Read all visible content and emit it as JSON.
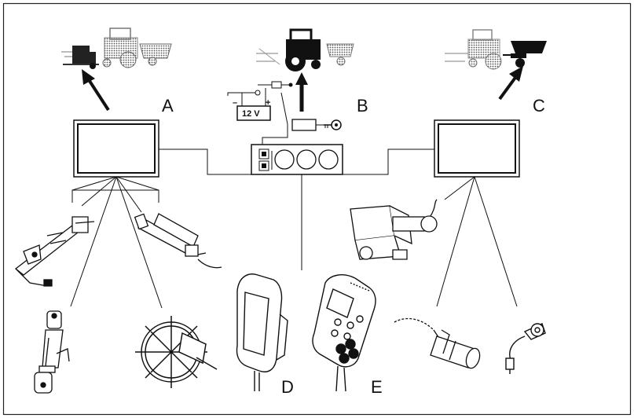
{
  "labels": {
    "a": "A",
    "b": "B",
    "c": "C",
    "d": "D",
    "e": "E",
    "battery": "12 V",
    "plus": "+",
    "minus": "–"
  },
  "colors": {
    "line": "#222222",
    "tractor_gray": "#9a9a9a",
    "dark": "#111111"
  }
}
